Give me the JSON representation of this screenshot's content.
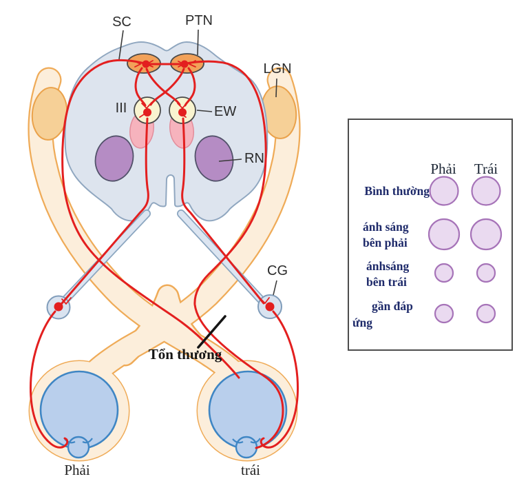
{
  "diagram": {
    "nuclei_labels": {
      "sc": "SC",
      "ptn": "PTN",
      "lgn": "LGN",
      "oculomotor": "III",
      "ew": "EW",
      "rn": "RN",
      "cg": "CG"
    },
    "lesion_label": "Tổn thương",
    "eye_labels": {
      "right_eye": "Phải",
      "left_eye": "trái"
    }
  },
  "legend": {
    "column_headers": {
      "right": "Phải",
      "left": "Trái"
    },
    "rows": [
      {
        "label": "Bình thường",
        "label_line1": "Bình thường",
        "label_line2": "",
        "pupil_right": "large",
        "pupil_left": "large",
        "pupil_radius_px": 20.5
      },
      {
        "label": "ánh sáng bên phải",
        "label_line1": "ánh sáng",
        "label_line2": "bên phải",
        "pupil_right": "large",
        "pupil_left": "large",
        "pupil_radius_px": 22
      },
      {
        "label": "ánhsáng bên trái",
        "label_line1": "ánhsáng",
        "label_line2": "bên trái",
        "pupil_right": "small",
        "pupil_left": "small",
        "pupil_radius_px": 13
      },
      {
        "label": "gần đáp ứng",
        "label_line1": "gần đáp",
        "label_line2": "ứng",
        "pupil_right": "small",
        "pupil_left": "small",
        "pupil_radius_px": 13
      }
    ]
  },
  "colors": {
    "red_pathway": "#e31f1f",
    "brain_fill": "#dde4ee",
    "brain_stroke": "#90a7c0",
    "tract_fill": "#fceedb",
    "tract_stroke": "#efab58",
    "lgn_fill": "#f6d097",
    "rn_fill": "#b58cc4",
    "ew_fill": "#f9f4d0",
    "ptn_fill": "#f2a159",
    "pink_fill": "#f6b3bd",
    "eye_fill": "#b9cfec",
    "eye_stroke": "#3f86c4",
    "cg_fill": "#d9e3f0",
    "pupil_fill": "#eadaf0",
    "pupil_stroke": "#a673b8",
    "legend_label_color": "#1e2a6a"
  }
}
